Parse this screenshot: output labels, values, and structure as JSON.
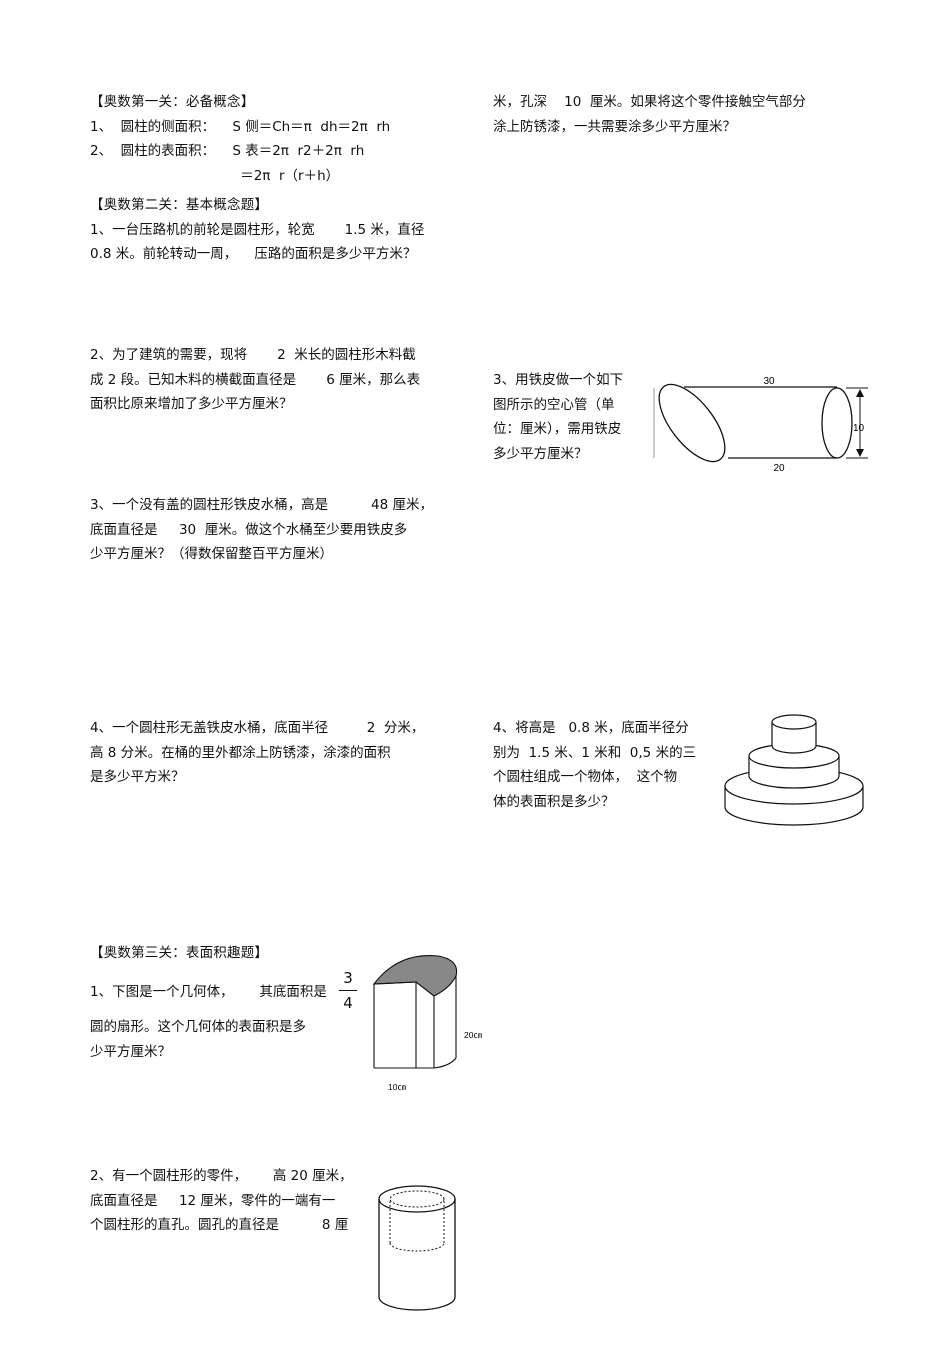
{
  "section1": {
    "heading": "【奥数第一关：必备概念】",
    "lines": [
      "1、  圆柱的侧面积：    S 侧＝Ch＝π  dh＝2π  rh",
      "2、  圆柱的表面积：    S 表＝2π  r2＋2π  rh",
      "                                   ＝2π  r（r＋h）"
    ]
  },
  "section2": {
    "heading": "【奥数第二关：基本概念题】",
    "q1": [
      "1、一台压路机的前轮是圆柱形，轮宽       1.5 米，直径",
      "0.8 米。前轮转动一周，    压路的面积是多少平方米？"
    ],
    "q2": [
      "2、为了建筑的需要，现将       2  米长的圆柱形木料截",
      "成 2 段。已知木料的横截面直径是       6 厘米，那么表",
      "面积比原来增加了多少平方厘米？"
    ],
    "q3": [
      "3、一个没有盖的圆柱形铁皮水桶，高是          48 厘米，",
      "底面直径是     30  厘米。做这个水桶至少要用铁皮多",
      "少平方厘米？（得数保留整百平方厘米）"
    ],
    "q4": [
      "4、一个圆柱形无盖铁皮水桶，底面半径         2  分米，",
      "高 8 分米。在桶的里外都涂上防锈漆，涂漆的面积",
      "是多少平方米？"
    ]
  },
  "right": {
    "continued": [
      "米，孔深    10  厘米。如果将这个零件接触空气部分",
      "涂上防锈漆，一共需要涂多少平方厘米？"
    ],
    "q3": [
      "3、用铁皮做一个如下",
      "图所示的空心管（单",
      "位：厘米），需用铁皮",
      "多少平方厘米？"
    ],
    "q3_fig": {
      "top_label": "30",
      "bottom_label": "20",
      "height_label": "10"
    },
    "q4": [
      "4、将高是   0.8 米，底面半径分",
      "别为  1.5 米、1 米和  0,5 米的三",
      "个圆柱组成一个物体，  这个物",
      "体的表面积是多少？"
    ]
  },
  "section3": {
    "heading": "【奥数第三关：表面积趣题】",
    "q1": {
      "line1": "1、下图是一个几何体，      其底面积是",
      "fraction_num": "3",
      "fraction_den": "4",
      "line2": "圆的扇形。这个几何体的表面积是多",
      "line3": "少平方厘米？"
    },
    "q1_fig": {
      "height_label": "20㎝",
      "width_label": "10㎝"
    },
    "q2": [
      "2、有一个圆柱形的零件，      高 20 厘米，",
      "底面直径是     12 厘米，零件的一端有一",
      "个圆柱形的直孔。圆孔的直径是          8 厘"
    ]
  }
}
